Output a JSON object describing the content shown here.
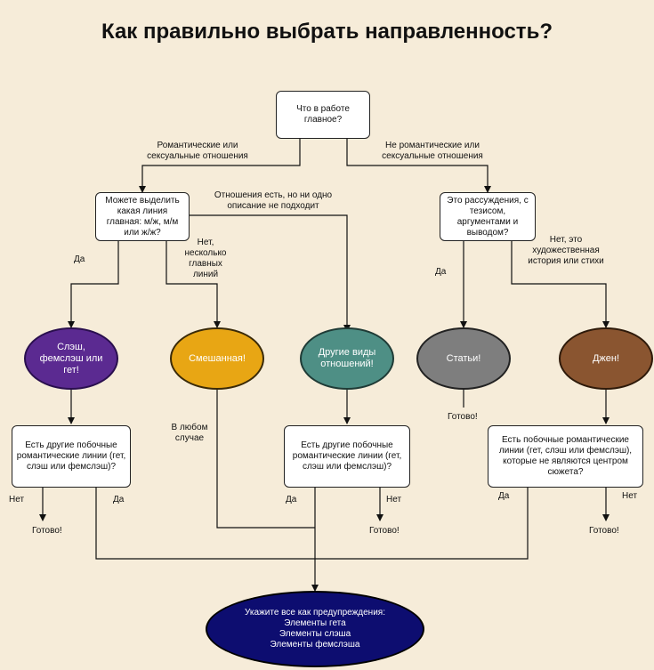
{
  "title": "Как правильно выбрать направленность?",
  "colors": {
    "background": "#f6ecd9",
    "slash": "#5b2a91",
    "mixed": "#e8a614",
    "other": "#4e8f85",
    "articles": "#7e7e7e",
    "gen": "#8a5530",
    "final": "#0d0d70"
  },
  "nodes": {
    "start": "Что в работе главное?",
    "q_line": "Можете выделить какая линия главная: м/ж, м/м или ж/ж?",
    "q_essay": "Это рассуждения, с тезисом, аргументами и выводом?",
    "slash": "Слэш, фемслэш или гет!",
    "mixed": "Смешанная!",
    "other": "Другие виды отношений!",
    "articles": "Статьи!",
    "gen": "Джен!",
    "q_side1": "Есть другие побочные романтические линии (гет, слэш или фемслэш)?",
    "q_side2": "Есть другие побочные романтические линии (гет, слэш или фемслэш)?",
    "q_side3": "Есть побочные романтические линии (гет, слэш или фемслэш), которые не являются центром сюжета?",
    "final_title": "Укажите все как предупреждения:",
    "final_items": [
      "Элементы гета",
      "Элементы слэша",
      "Элементы фемслэша"
    ]
  },
  "edges": {
    "romantic": "Романтические или сексуальные отношения",
    "not_romantic": "Не романтические или сексуальные отношения",
    "other_relations": "Отношения есть, но ни одно описание не подходит",
    "yes1": "Да",
    "no_several": "Нет, несколько главных линий",
    "yes2": "Да",
    "no_art": "Нет, это художественная история или стихи",
    "any_case": "В любом случае",
    "done_articles": "Готово!",
    "no1": "Нет",
    "yes3": "Да",
    "yes4": "Да",
    "no2": "Нет",
    "yes5": "Да",
    "no3": "Нет",
    "done1": "Готово!",
    "done2": "Готово!",
    "done3": "Готово!"
  }
}
